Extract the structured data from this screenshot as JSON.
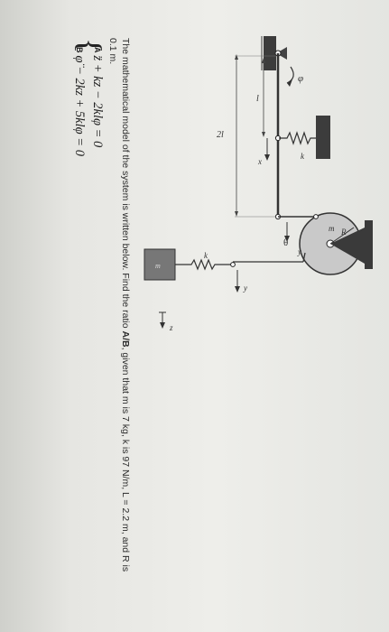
{
  "problem": {
    "text_prefix": "The mathematical model of the system is written below. Find the ratio ",
    "ratio_label": "A/B",
    "text_suffix": ", given that m is 7 kg, k is 97 N/m, L = 2.2 m, and R is",
    "text_line2": "0.1 m."
  },
  "equations": {
    "eq1": {
      "label": "A",
      "expr": "z̈ + kz − 2klφ = 0"
    },
    "eq2": {
      "label": "B",
      "expr": "φ̈ − 2kz + 5klφ = 0"
    }
  },
  "diagram_labels": {
    "phi": "φ",
    "l": "l",
    "two_l": "2l",
    "k_top": "k",
    "k_bottom": "k",
    "x": "x",
    "theta": "θ",
    "y_left": "y",
    "y_right": "y",
    "z": "z",
    "m_disk": "m",
    "R": "R",
    "m_block": "m"
  }
}
